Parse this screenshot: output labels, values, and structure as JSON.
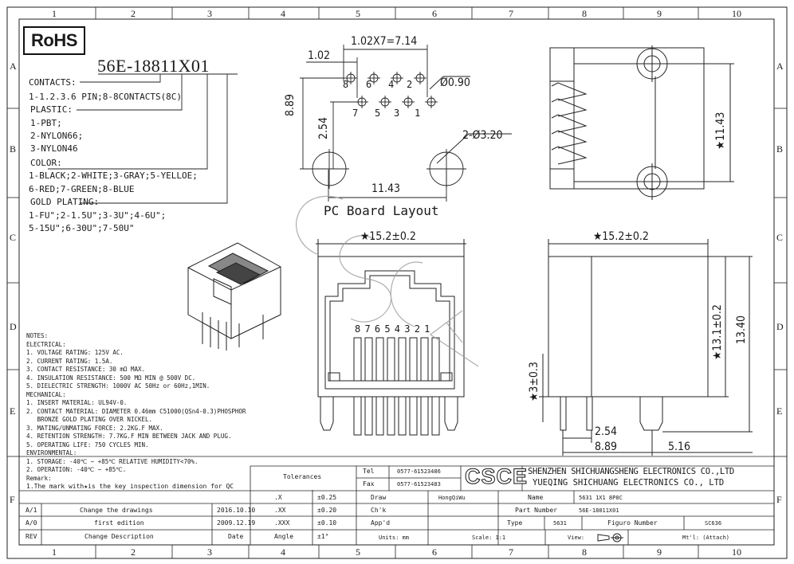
{
  "grid": {
    "columns": [
      "1",
      "2",
      "3",
      "4",
      "5",
      "6",
      "7",
      "8",
      "9",
      "10"
    ],
    "rows": [
      "A",
      "B",
      "C",
      "D",
      "E",
      "F"
    ]
  },
  "rohs": "RoHS",
  "part_number_code": "56E-18811X01",
  "spec": {
    "contacts_label": "CONTACTS:",
    "contacts": "1-1.2.3.6 PIN;8-8CONTACTS(8C)",
    "plastic_label": "PLASTIC:",
    "plastic": [
      "1-PBT;",
      "2-NYLON66;",
      "3-NYLON46"
    ],
    "color_label": "COLOR:",
    "color": [
      "1-BLACK;2-WHITE;3-GRAY;5-YELLOE;",
      "6-RED;7-GREEN;8-BLUE"
    ],
    "gold_label": "GOLD PLATING:",
    "gold": [
      "1-FU\";2-1.5U\";3-3U\";4-6U\";",
      "5-15U\";6-30U\";7-50U\""
    ]
  },
  "pcb": {
    "title": "PC Board Layout",
    "dims": {
      "pitch": "1.02X7=7.14",
      "offset": "1.02",
      "hole": "Ø0.90",
      "peg": "2-Ø3.20",
      "height_total": "8.89",
      "height_row": "2.54",
      "peg_span": "11.43"
    },
    "pins_top": [
      "8",
      "6",
      "4",
      "2"
    ],
    "pins_bottom": [
      "7",
      "5",
      "3",
      "1"
    ]
  },
  "side_top": {
    "dim": "★11.43"
  },
  "front": {
    "width": "★15.2±0.2",
    "pins": "8 7 6 5 4 3 2 1",
    "pin_len": "★3±0.3"
  },
  "side": {
    "width": "★15.2±0.2",
    "h1": "★13.1±0.2",
    "h2": "13.40",
    "d1": "2.54",
    "d2": "8.89",
    "d3": "5.16"
  },
  "watermark": "CSCE",
  "notes": [
    "NOTES:",
    "ELECTRICAL:",
    "1. VOLTAGE RATING: 125V AC.",
    "2. CURRENT RATING: 1.5A.",
    "3. CONTACT RESISTANCE: 30 mΩ MAX.",
    "4. INSULATION RESISTANCE: 500 MΩ MIN @ 500V DC.",
    "5. DIELECTRIC STRENGTH: 1000V AC 50Hz or 60Hz,1MIN.",
    "MECHANICAL:",
    "1. INSERT MATERIAL: UL94V-0.",
    "2. CONTACT MATERIAL: DIAMETER 0.46mm C51000(QSn4-0.3)PHOSPHOR",
    "   BRONZE GOLD PLATING OVER NICKEL.",
    "3. MATING/UNMATING FORCE: 2.2KG.F MAX.",
    "4. RETENTION STRENGTH: 7.7KG.F MIN BETWEEN JACK AND PLUG.",
    "5. OPERATING LIFE: 750 CYCLES MIN.",
    "ENVIRONMENTAL:",
    "1. STORAGE: -40℃ ~ +85℃ RELATIVE HUMIDITY<70%.",
    "2. OPERATION: -40℃ ~ +85℃.",
    "Remark:",
    "1.The mark with★is the key inspection dimension for QC"
  ],
  "title_block": {
    "revisions": [
      {
        "rev": "A/1",
        "desc": "Change the drawings",
        "date": "2016.10.10"
      },
      {
        "rev": "A/0",
        "desc": "first edition",
        "date": "2009.12.19"
      }
    ],
    "rev_header": {
      "rev": "REV",
      "desc": "Change Description",
      "date": "Date"
    },
    "tolerances_label": "Tolerances",
    "tolerances": [
      {
        "k": ".X",
        "v": "±0.25"
      },
      {
        "k": ".XX",
        "v": "±0.20"
      },
      {
        "k": ".XXX",
        "v": "±0.10"
      },
      {
        "k": "Angle",
        "v": "±1°"
      }
    ],
    "tel_label": "Tel",
    "tel": "0577-61523486",
    "fax_label": "Fax",
    "fax": "0577-61523483",
    "logo": "CSCE",
    "company1": "SHENZHEN SHICHUANGSHENG ELECTRONICS CO.,LTD",
    "company2": "YUEQING SHICHUANG ELECTRONICS CO., LTD",
    "draw_label": "Draw",
    "draw": "HongQiWu",
    "chk_label": "Ch'k",
    "appd_label": "App'd",
    "name_label": "Name",
    "name": "5631 1X1 8P8C",
    "partno_label": "Part Number",
    "partno": "56E-18811X01",
    "type_label": "Type",
    "type": "5631",
    "figure_label": "Figuro Number",
    "figure": "SC636",
    "units": "Units: mm",
    "scale": "Scale: 1:1",
    "view": "View:",
    "mtl": "Mt'l: (Attach)"
  }
}
